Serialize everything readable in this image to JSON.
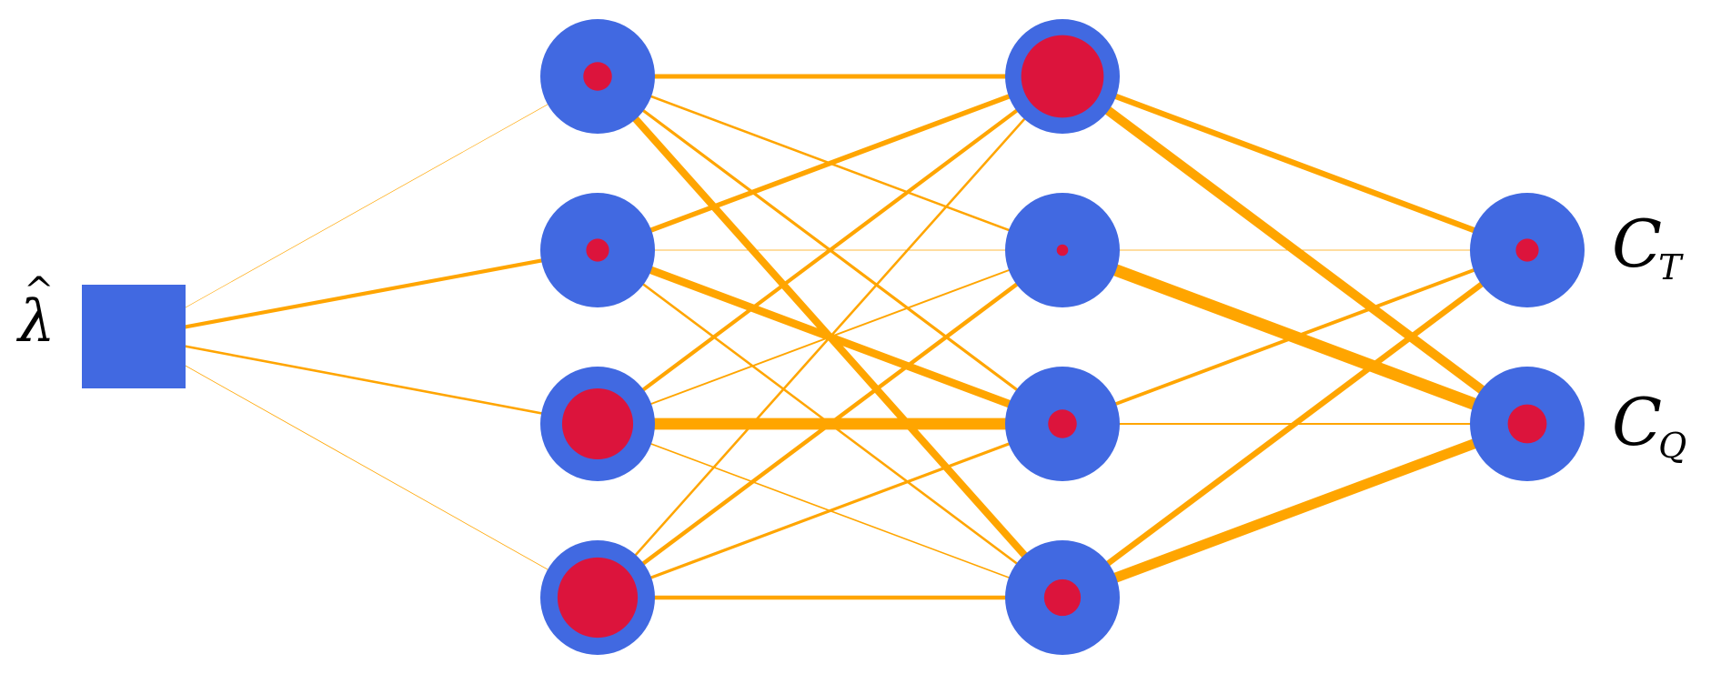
{
  "input_label": {
    "symbol": "λ",
    "accent": "^"
  },
  "output_labels": [
    {
      "main": "C",
      "sub": "T"
    },
    {
      "main": "C",
      "sub": "Q"
    }
  ],
  "colors": {
    "node_outer": "#4169E1",
    "node_inner": "#DC143C",
    "edge": "#FFA500",
    "background": "#FFFFFF"
  },
  "network": {
    "layers": [
      {
        "nodes": [
          {
            "shape": "square"
          }
        ]
      },
      {
        "nodes": [
          {
            "activation": 0.25
          },
          {
            "activation": 0.2
          },
          {
            "activation": 0.62
          },
          {
            "activation": 0.7
          }
        ]
      },
      {
        "nodes": [
          {
            "activation": 0.72
          },
          {
            "activation": 0.1
          },
          {
            "activation": 0.25
          },
          {
            "activation": 0.32
          }
        ]
      },
      {
        "nodes": [
          {
            "activation": 0.2
          },
          {
            "activation": 0.34
          }
        ]
      }
    ],
    "edges": [
      {
        "from": [
          0,
          0
        ],
        "to": [
          1,
          0
        ],
        "weight": 0.4
      },
      {
        "from": [
          0,
          0
        ],
        "to": [
          1,
          1
        ],
        "weight": 2.6
      },
      {
        "from": [
          0,
          0
        ],
        "to": [
          1,
          2
        ],
        "weight": 1.6
      },
      {
        "from": [
          0,
          0
        ],
        "to": [
          1,
          3
        ],
        "weight": 0.5
      },
      {
        "from": [
          1,
          0
        ],
        "to": [
          2,
          0
        ],
        "weight": 3.2
      },
      {
        "from": [
          1,
          0
        ],
        "to": [
          2,
          1
        ],
        "weight": 1.6
      },
      {
        "from": [
          1,
          0
        ],
        "to": [
          2,
          2
        ],
        "weight": 2.0
      },
      {
        "from": [
          1,
          0
        ],
        "to": [
          2,
          3
        ],
        "weight": 5.0
      },
      {
        "from": [
          1,
          1
        ],
        "to": [
          2,
          0
        ],
        "weight": 3.4
      },
      {
        "from": [
          1,
          1
        ],
        "to": [
          2,
          1
        ],
        "weight": 0.5
      },
      {
        "from": [
          1,
          1
        ],
        "to": [
          2,
          2
        ],
        "weight": 5.4
      },
      {
        "from": [
          1,
          1
        ],
        "to": [
          2,
          3
        ],
        "weight": 1.6
      },
      {
        "from": [
          1,
          2
        ],
        "to": [
          2,
          0
        ],
        "weight": 2.6
      },
      {
        "from": [
          1,
          2
        ],
        "to": [
          2,
          1
        ],
        "weight": 1.2
      },
      {
        "from": [
          1,
          2
        ],
        "to": [
          2,
          2
        ],
        "weight": 8.0
      },
      {
        "from": [
          1,
          2
        ],
        "to": [
          2,
          3
        ],
        "weight": 1.0
      },
      {
        "from": [
          1,
          3
        ],
        "to": [
          2,
          0
        ],
        "weight": 1.6
      },
      {
        "from": [
          1,
          3
        ],
        "to": [
          2,
          1
        ],
        "weight": 2.8
      },
      {
        "from": [
          1,
          3
        ],
        "to": [
          2,
          2
        ],
        "weight": 2.0
      },
      {
        "from": [
          1,
          3
        ],
        "to": [
          2,
          3
        ],
        "weight": 2.8
      },
      {
        "from": [
          2,
          0
        ],
        "to": [
          3,
          0
        ],
        "weight": 4.0
      },
      {
        "from": [
          2,
          0
        ],
        "to": [
          3,
          1
        ],
        "weight": 6.4
      },
      {
        "from": [
          2,
          1
        ],
        "to": [
          3,
          0
        ],
        "weight": 0.4
      },
      {
        "from": [
          2,
          1
        ],
        "to": [
          3,
          1
        ],
        "weight": 8.4
      },
      {
        "from": [
          2,
          2
        ],
        "to": [
          3,
          0
        ],
        "weight": 2.4
      },
      {
        "from": [
          2,
          2
        ],
        "to": [
          3,
          1
        ],
        "weight": 1.2
      },
      {
        "from": [
          2,
          3
        ],
        "to": [
          3,
          0
        ],
        "weight": 4.0
      },
      {
        "from": [
          2,
          3
        ],
        "to": [
          3,
          1
        ],
        "weight": 7.0
      }
    ]
  }
}
